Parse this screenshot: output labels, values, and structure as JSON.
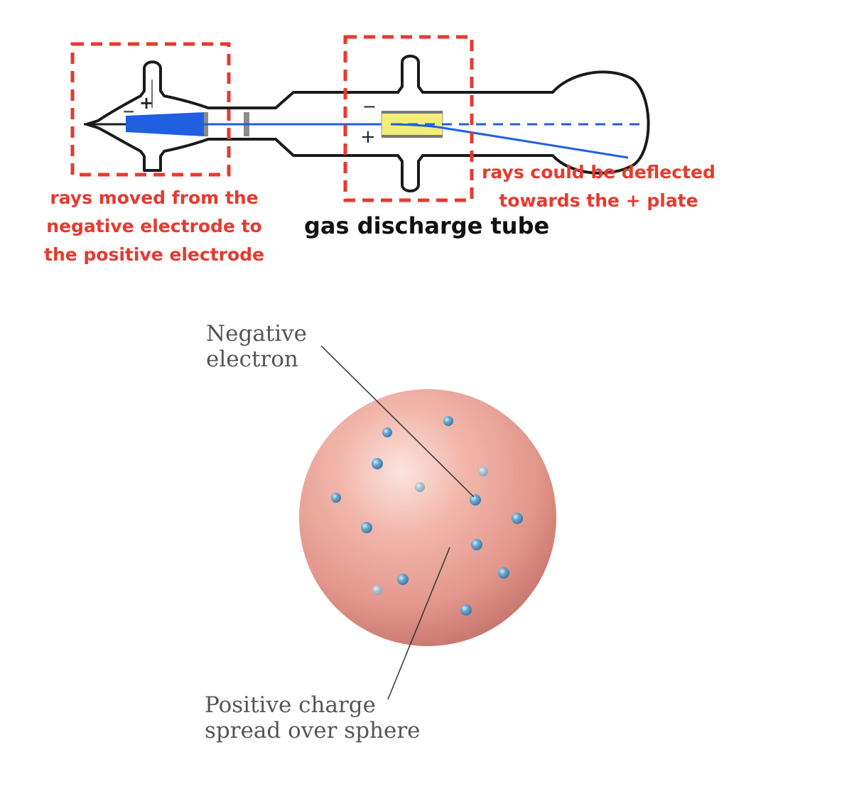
{
  "tube": {
    "caption": "gas discharge tube",
    "annotation_left": [
      "rays moved from the",
      "negative electrode to",
      "the positive electrode"
    ],
    "annotation_right": [
      "rays could be deflected",
      "towards the + plate"
    ],
    "cathode_sign": "−",
    "anode_sign": "+",
    "plate_top_sign": "−",
    "plate_bottom_sign": "+"
  },
  "atom_model": {
    "label_electron": [
      "Negative",
      "electron"
    ],
    "label_charge": [
      "Positive charge",
      "spread over sphere"
    ]
  },
  "colors": {
    "annotation_red": "#e53a2f",
    "beam_blue": "#1f5fe0",
    "plate_yellow": "#f3ee7a",
    "sphere_pink": "#e7968b",
    "electron_blue": "#5b9cc9"
  }
}
